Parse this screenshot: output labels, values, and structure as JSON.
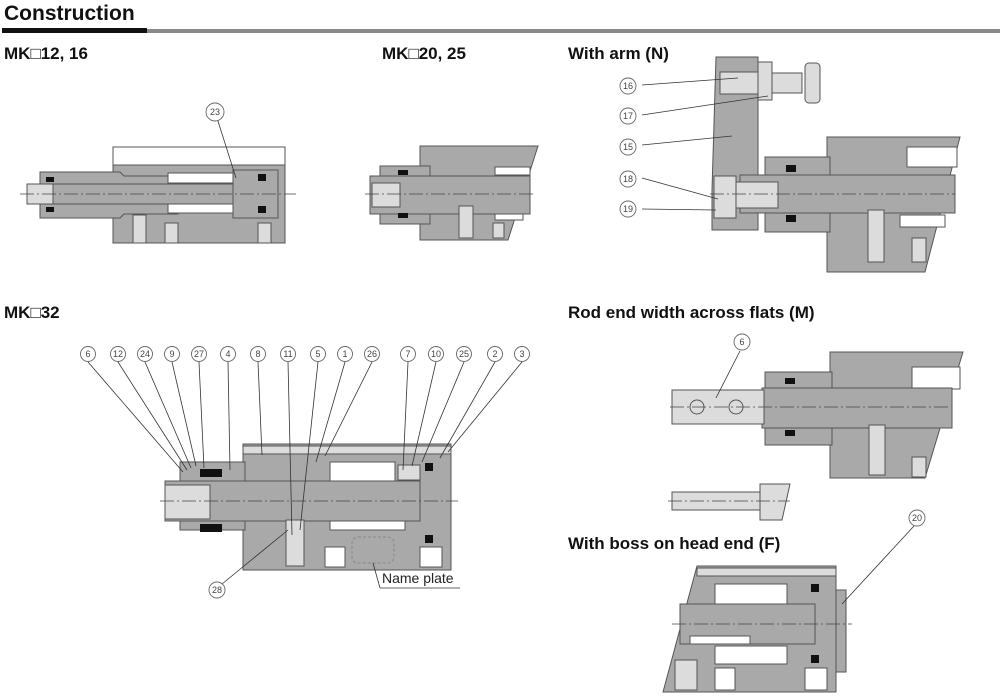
{
  "header": {
    "title": "Construction"
  },
  "sections": {
    "mk12_16": {
      "label": "MK□12, 16",
      "callouts": [
        "23"
      ]
    },
    "mk20_25": {
      "label": "MK□20, 25"
    },
    "with_arm": {
      "label": "With arm (N)",
      "callouts": [
        "16",
        "17",
        "15",
        "18",
        "19"
      ]
    },
    "mk32": {
      "label": "MK□32",
      "callouts": [
        "6",
        "12",
        "24",
        "9",
        "27",
        "4",
        "8",
        "11",
        "5",
        "1",
        "26",
        "7",
        "10",
        "25",
        "2",
        "3"
      ],
      "bottom_callout": "28",
      "name_plate_label": "Name plate"
    },
    "rod_end_flats": {
      "label": "Rod end width across flats (M)",
      "callouts": [
        "6"
      ]
    },
    "boss_head_end": {
      "label": "With boss on head end (F)",
      "callouts": [
        "20"
      ]
    }
  },
  "colors": {
    "part": "#a9a9a9",
    "light": "#dcdcdc",
    "seal": "#111111",
    "rule_dark": "#111111",
    "rule_grey": "#8a8a8a"
  }
}
